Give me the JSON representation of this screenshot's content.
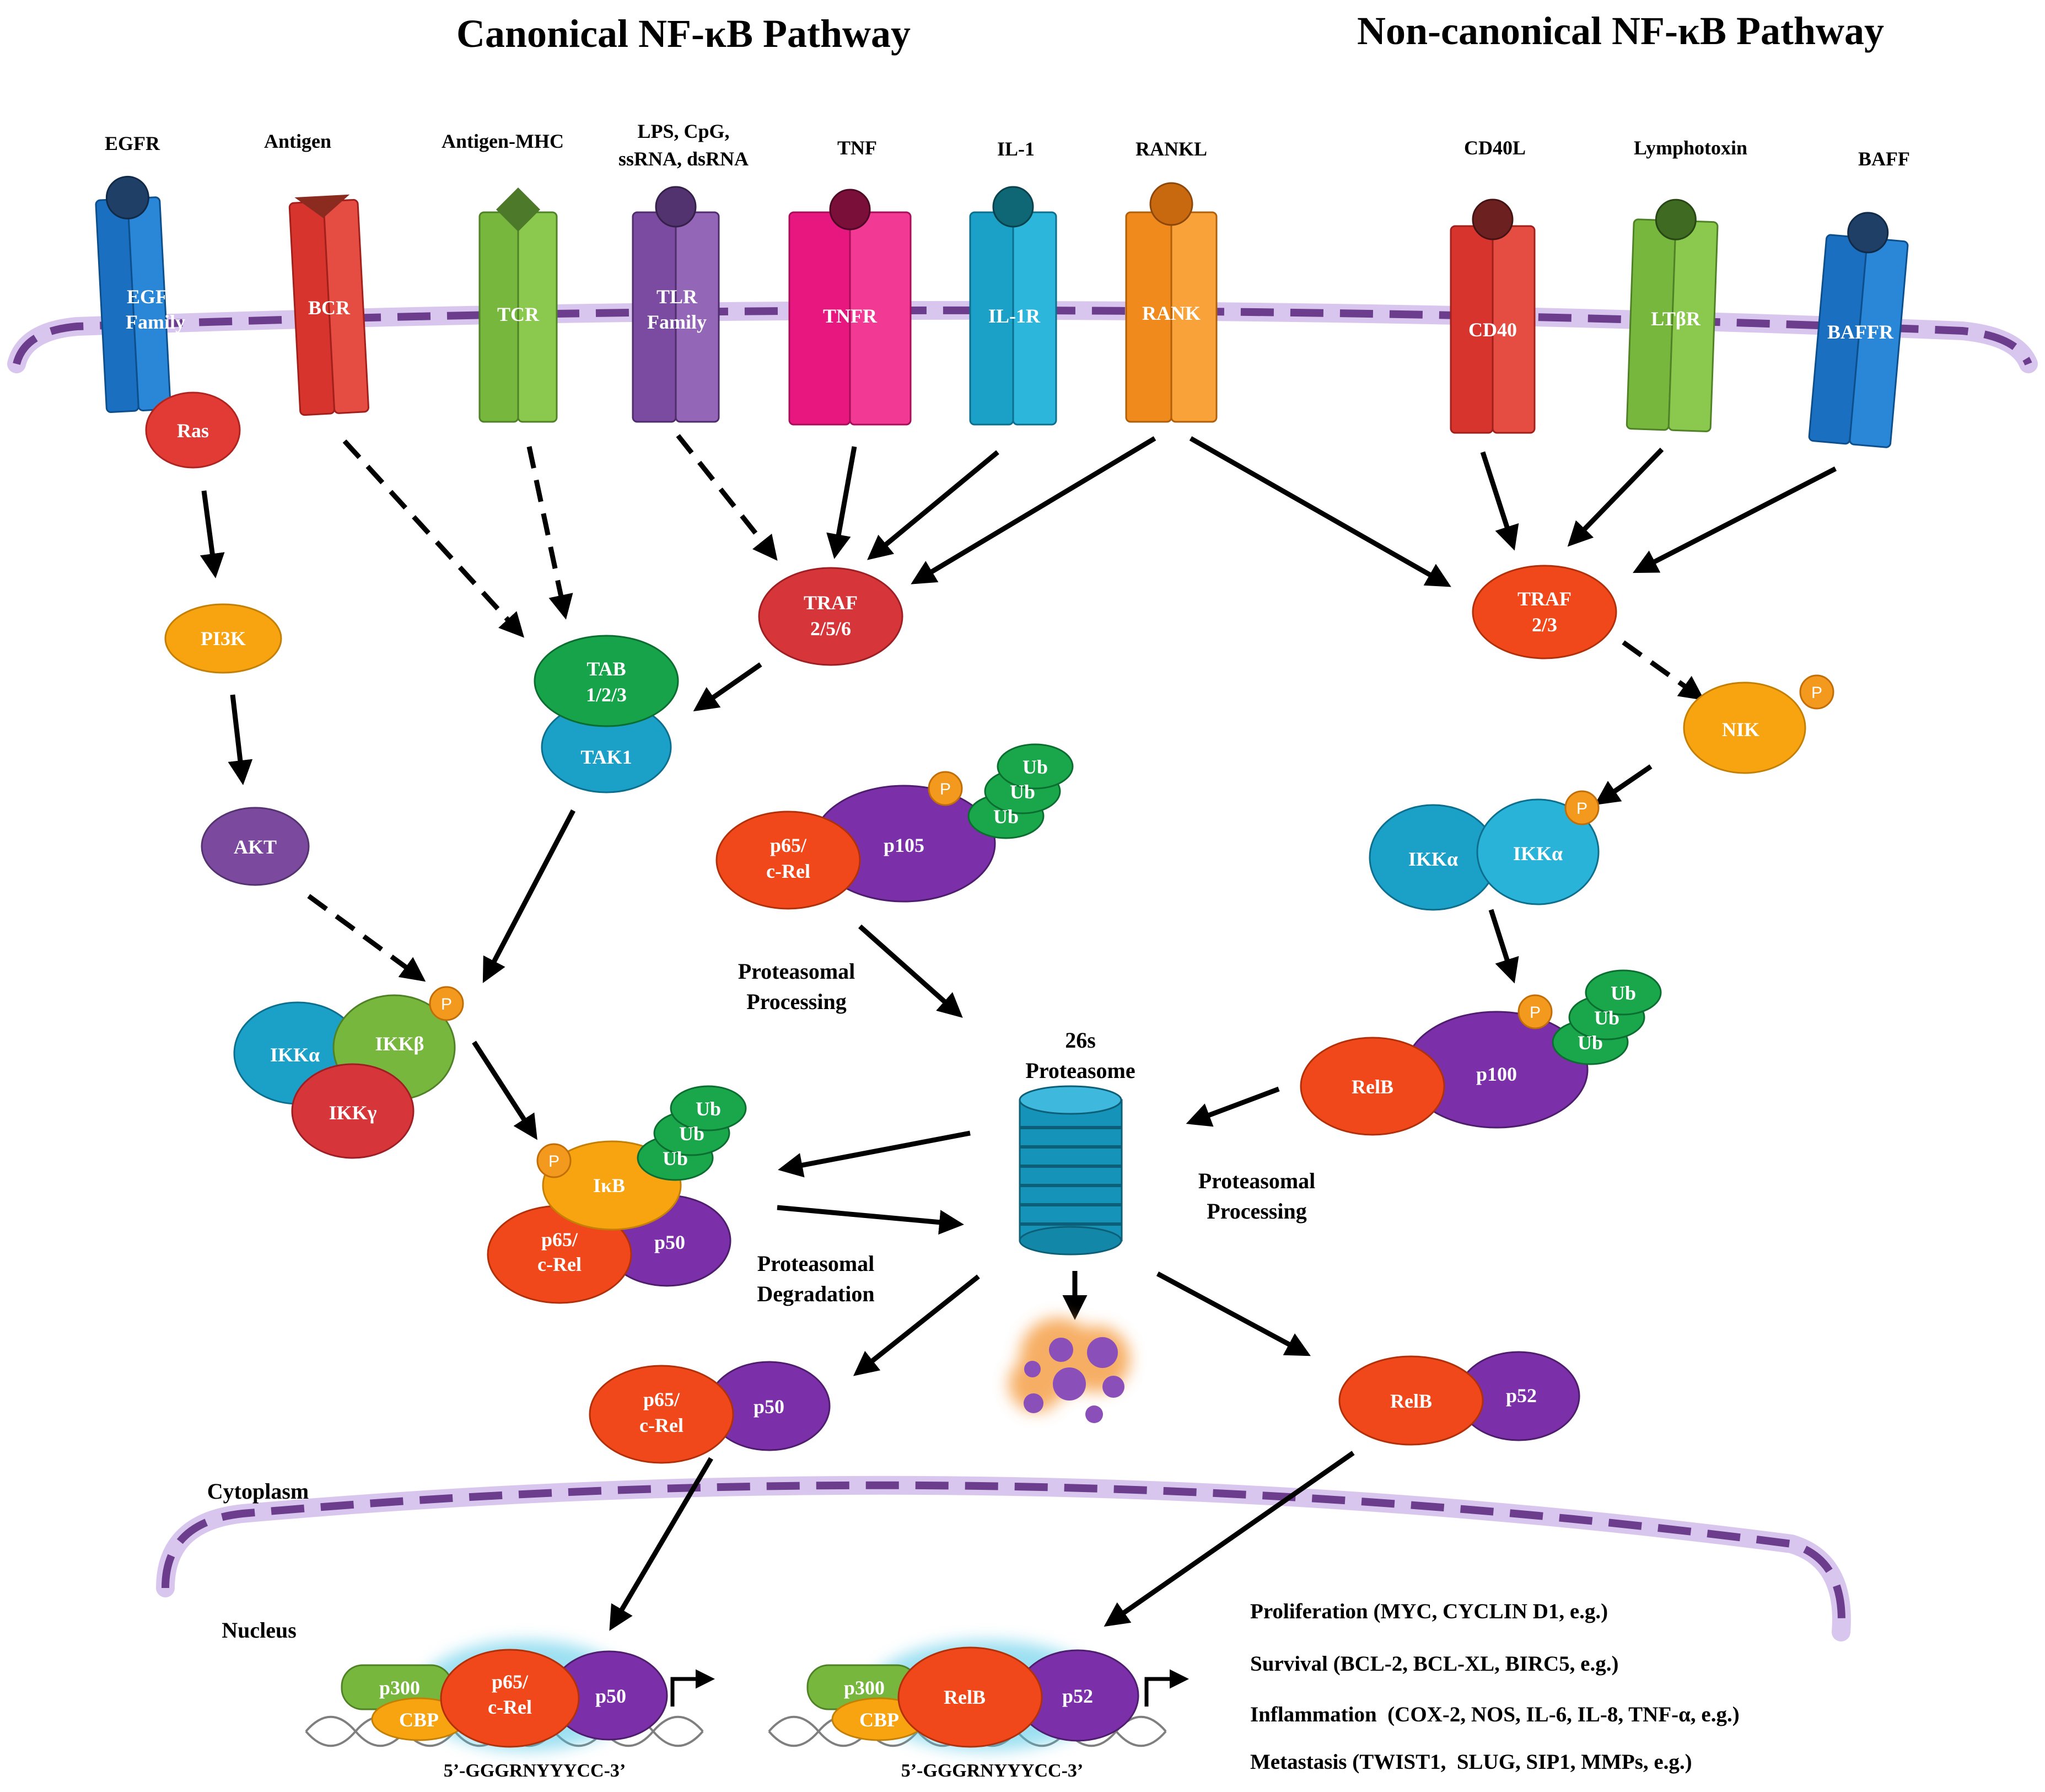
{
  "headings": {
    "canonical": "Canonical NF-κB Pathway",
    "noncanonical": "Non-canonical NF-κB Pathway"
  },
  "ligands": {
    "egfr": "EGFR",
    "antigen": "Antigen",
    "antigen_mhc": "Antigen-MHC",
    "lps_1": "LPS, CpG,",
    "lps_2": "ssRNA, dsRNA",
    "tnf": "TNF",
    "il1": "IL-1",
    "rankl": "RANKL",
    "cd40l": "CD40L",
    "lymphotoxin": "Lymphotoxin",
    "baff": "BAFF"
  },
  "receptors": {
    "egfr_1": "EGFR",
    "egfr_2": "Family",
    "bcr": "BCR",
    "tcr": "TCR",
    "tlr_1": "TLR",
    "tlr_2": "Family",
    "tnfr": "TNFR",
    "il1r": "IL-1R",
    "rank": "RANK",
    "cd40": "CD40",
    "ltbr": "LTβR",
    "baffr": "BAFFR"
  },
  "nodes": {
    "ras": "Ras",
    "pi3k": "PI3K",
    "akt": "AKT",
    "tab_1": "TAB",
    "tab_2": "1/2/3",
    "tak1": "TAK1",
    "traf256_1": "TRAF",
    "traf256_2": "2/5/6",
    "traf23_1": "TRAF",
    "traf23_2": "2/3",
    "nik": "NIK",
    "ikka_a": "IKKα",
    "ikka_b": "IKKα",
    "ikka_c": "IKKα",
    "ikkb": "IKKβ",
    "ikkg": "IKKγ",
    "p65_1": "p65/",
    "p65_2": "c-Rel",
    "p105": "p105",
    "ikb": "IκB",
    "p50": "p50",
    "relb": "RelB",
    "p100": "p100",
    "p52": "p52",
    "ub": "Ub",
    "p": "P",
    "p300": "p300",
    "cbp": "CBP"
  },
  "labels": {
    "proc_1a": "Proteasomal",
    "proc_1b": "Processing",
    "prot_a": "26s",
    "prot_b": "Proteasome",
    "proc_2a": "Proteasomal",
    "proc_2b": "Processing",
    "deg_a": "Proteasomal",
    "deg_b": "Degradation",
    "cytoplasm": "Cytoplasm",
    "nucleus": "Nucleus",
    "seq": "5’-GGGRNYYYCC-3’"
  },
  "outcomes": [
    "Proliferation (MYC, CYCLIN D1, e.g.)",
    "Survival (BCL-2, BCL-XL, BIRC5, e.g.)",
    "Inflammation  (COX-2, NOS, IL-6, IL-8, TNF-α, e.g.)",
    "Metastasis (TWIST1,  SLUG, SIP1, MMPs, e.g.)"
  ]
}
